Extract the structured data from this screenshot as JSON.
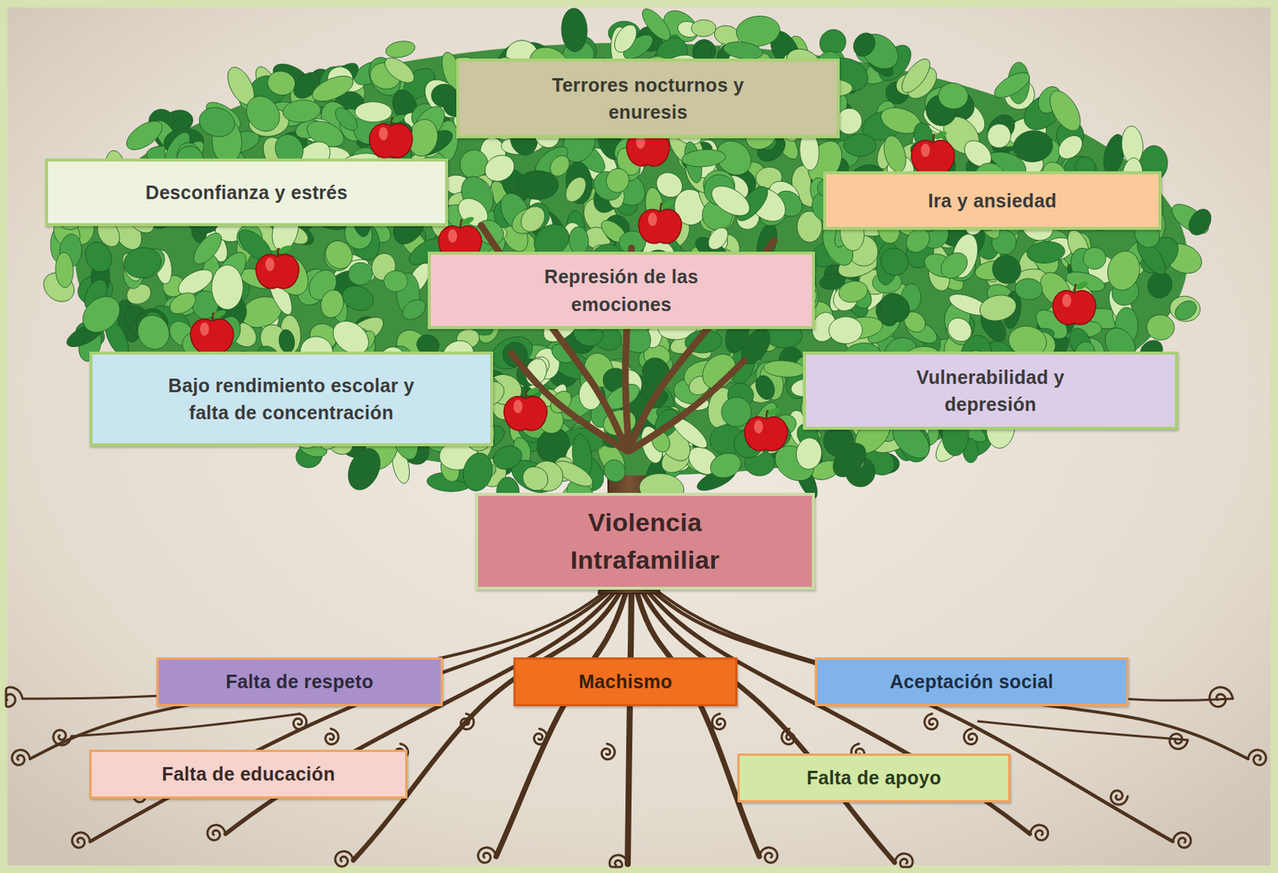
{
  "diagram": {
    "nodes": [
      {
        "text": [
          "Terrores nocturnos y enuresis"
        ]
      },
      {
        "text": [
          "Desconfianza y estrés"
        ]
      },
      {
        "text": [
          "Ira y ansiedad"
        ]
      },
      {
        "text": [
          "Represión de las emociones"
        ]
      },
      {
        "text": [
          "Bajo rendimiento escolar y falta de concentración"
        ]
      },
      {
        "text": [
          "Vulnerabilidad y depresión"
        ]
      },
      {
        "text": [
          "Violencia Intrafamiliar"
        ]
      },
      {
        "text": [
          "Falta de respeto"
        ]
      },
      {
        "text": [
          "Machismo"
        ]
      },
      {
        "text": [
          "Aceptación social"
        ]
      },
      {
        "text": [
          "Falta de educación"
        ]
      },
      {
        "text": [
          "Falta de apoyo"
        ]
      }
    ]
  }
}
